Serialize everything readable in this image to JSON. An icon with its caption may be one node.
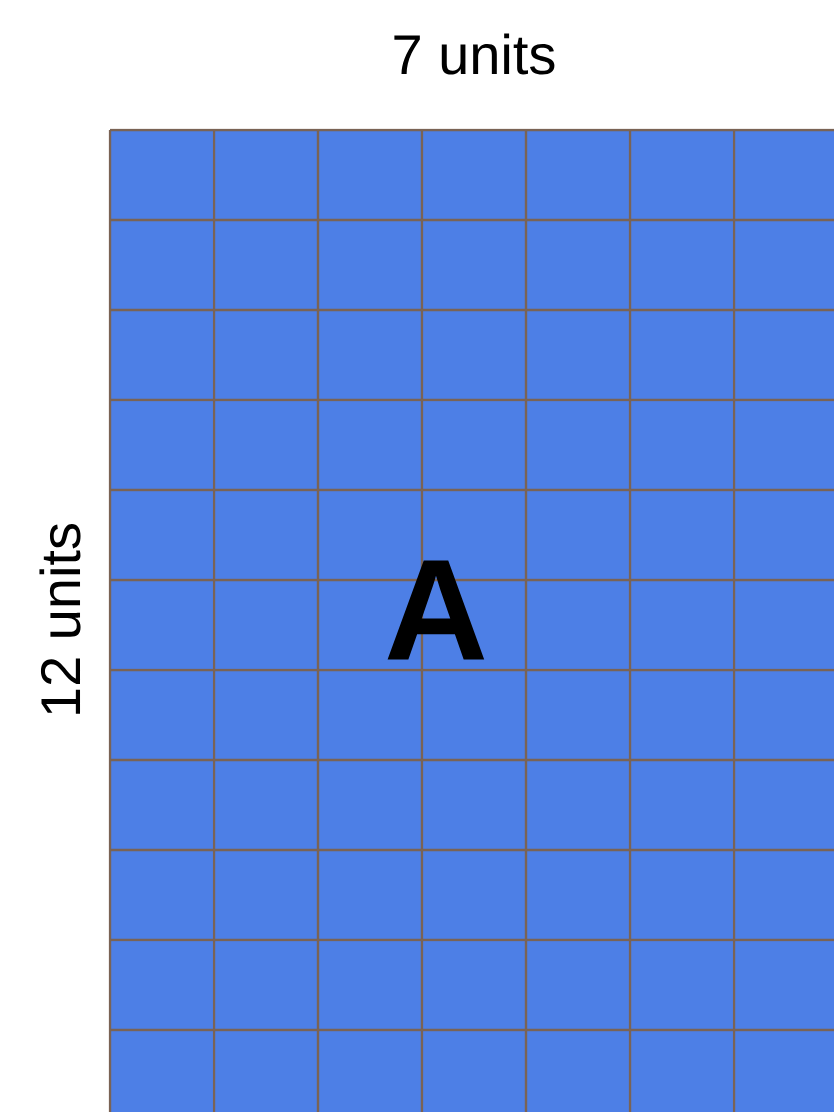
{
  "diagram": {
    "nodes": [
      {
        "text": [
          "A"
        ]
      }
    ],
    "labels": [
      "7 units",
      "12 units"
    ]
  }
}
